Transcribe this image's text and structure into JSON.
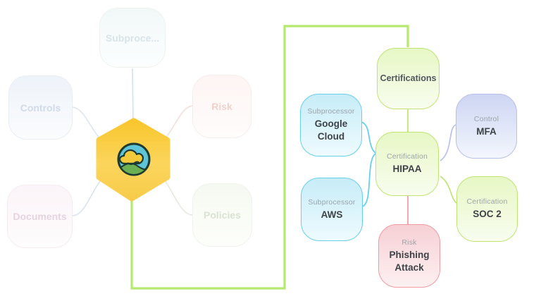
{
  "colors": {
    "highlight-green": "#b5ea6e",
    "green-border": "#bfe473",
    "cyan-border": "#67cfec",
    "periwinkle-border": "#b7c0ea",
    "red-border": "#f19aa2",
    "red-line": "#ef9aa0",
    "hex-gold": "#f9c838",
    "label-dark": "#3d4347",
    "label-gray": "#9ba4ab"
  },
  "center": {
    "icon": "cloud-over-hills-logo"
  },
  "faded": {
    "nodes": [
      {
        "id": "subprocessors",
        "label": "Subproce..."
      },
      {
        "id": "controls",
        "label": "Controls"
      },
      {
        "id": "risk",
        "label": "Risk"
      },
      {
        "id": "documents",
        "label": "Documents"
      },
      {
        "id": "policies",
        "label": "Policies"
      }
    ]
  },
  "expanded": {
    "nodes": [
      {
        "id": "certifications",
        "category": "",
        "label": "Certifications"
      },
      {
        "id": "google-cloud",
        "category": "Subprocessor",
        "label": "Google Cloud"
      },
      {
        "id": "mfa",
        "category": "Control",
        "label": "MFA"
      },
      {
        "id": "hipaa",
        "category": "Certification",
        "label": "HIPAA"
      },
      {
        "id": "aws",
        "category": "Subprocessor",
        "label": "AWS"
      },
      {
        "id": "soc2",
        "category": "Certification",
        "label": "SOC 2"
      },
      {
        "id": "phishing-attack",
        "category": "Risk",
        "label": "Phishing Attack"
      }
    ],
    "edges": [
      {
        "from": "certifications",
        "to": "hipaa"
      },
      {
        "from": "google-cloud",
        "to": "hipaa"
      },
      {
        "from": "aws",
        "to": "hipaa"
      },
      {
        "from": "mfa",
        "to": "hipaa"
      },
      {
        "from": "soc2",
        "to": "hipaa"
      },
      {
        "from": "hipaa",
        "to": "phishing-attack"
      }
    ]
  }
}
